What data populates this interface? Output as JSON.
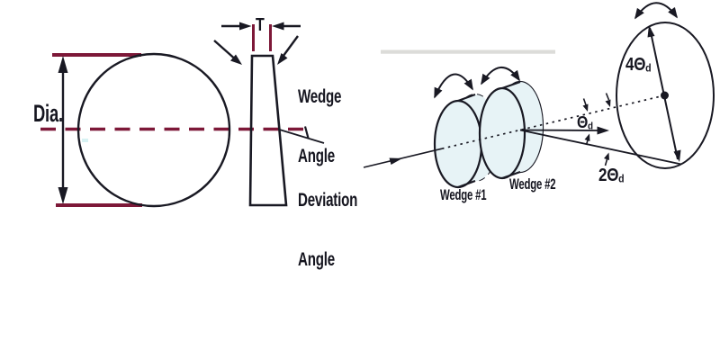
{
  "left": {
    "dia_label": "Dia.",
    "thickness_label": "T",
    "wedge_angle": {
      "line1": "Wedge",
      "line2": "Angle"
    },
    "deviation_angle": {
      "line1": "Deviation",
      "line2": "Angle"
    }
  },
  "right": {
    "wedge1_label": "Wedge #1",
    "wedge2_label": "Wedge #2",
    "deviation_symbol": "Θ",
    "deviation_subscript": "d",
    "single_prefix": "",
    "double_prefix": "2",
    "quad_prefix": "4"
  },
  "colors": {
    "dimension_red": "#7d1838",
    "line_dark": "#191923",
    "glass_tint": "#e7f3f6",
    "glass_edge_fill": "#eef7f9",
    "artifact_gray": "#d6d6d2"
  }
}
